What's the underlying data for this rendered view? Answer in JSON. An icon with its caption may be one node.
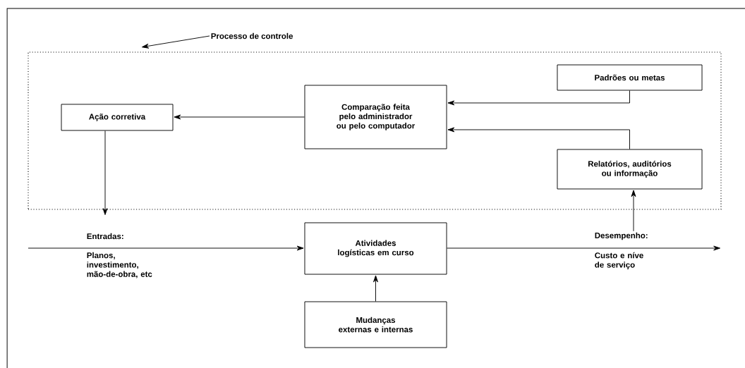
{
  "diagram": {
    "nodes": [
      {
        "text": [],
        "shape": "box"
      },
      {
        "text": [
          "Processo de controle"
        ]
      },
      {
        "text": [
          "Padrões ou metas"
        ],
        "in": 0
      },
      {
        "text": [
          "Comparação feita pelo administrador ou pelo computador"
        ],
        "in": 0
      },
      {
        "text": [
          "Ação corretiva"
        ],
        "in": 0
      },
      {
        "text": [
          "Relatórios, auditórios ou informação"
        ],
        "in": 0
      },
      {
        "text": [
          "Atividades logísticas em curso"
        ]
      },
      {
        "text": [
          "Mudanças externas e internas"
        ]
      },
      {
        "text": [
          "Desempenho:"
        ]
      }
    ],
    "edges": [
      {
        "from": 1,
        "to": 0,
        "arrow": "to"
      },
      {
        "from": 2,
        "to": 3,
        "arrow": "to"
      },
      {
        "from": 5,
        "to": 3,
        "arrow": "to"
      },
      {
        "from": 3,
        "to": 4,
        "arrow": "to"
      },
      {
        "from": 4,
        "to": null,
        "arrow": "to"
      },
      {
        "from": null,
        "to": 6,
        "arrow": "to"
      },
      {
        "from": 6,
        "to": null,
        "arrow": "to"
      },
      {
        "from": 8,
        "to": 5,
        "arrow": "to"
      },
      {
        "from": 7,
        "to": 6,
        "arrow": "to"
      }
    ],
    "labels": [
      "Entradas:",
      "Planos, investimento, mão-de-obra, etc",
      "Custo e níve de serviço"
    ]
  }
}
